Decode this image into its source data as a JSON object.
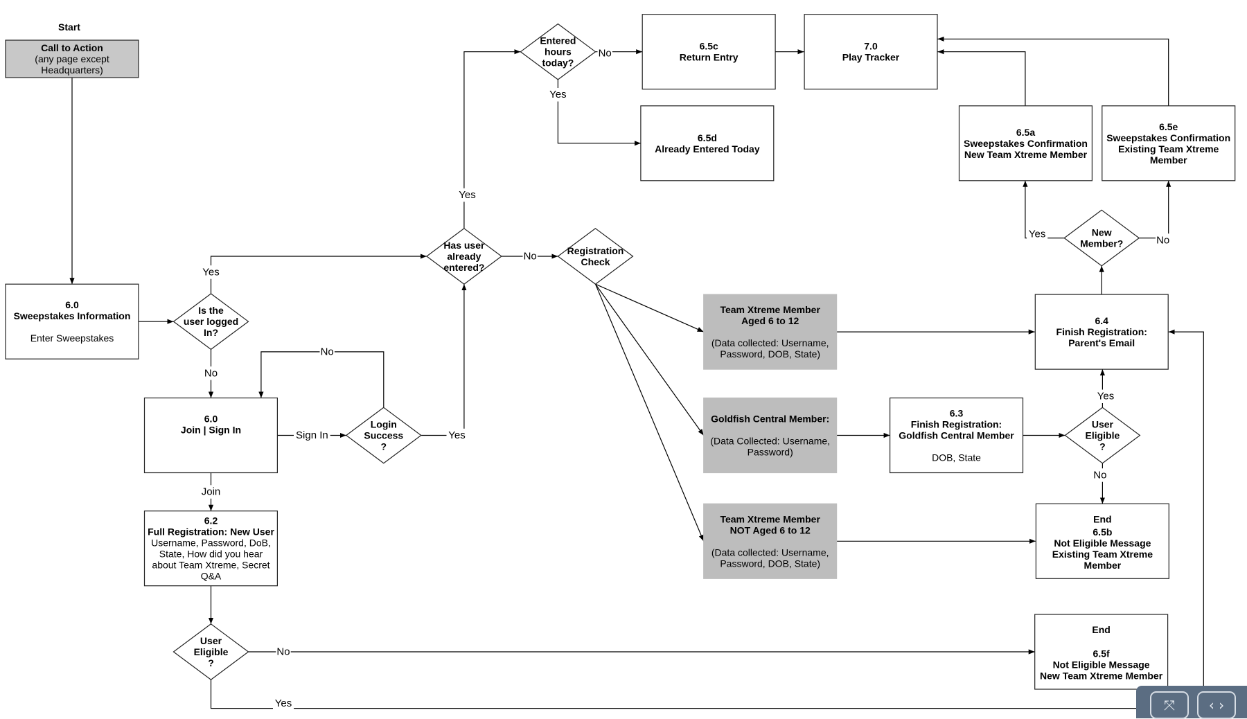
{
  "nodes": [
    {
      "id": "start",
      "shape": "label",
      "lines": [
        {
          "text": "Start",
          "bold": true,
          "size": 18
        }
      ]
    },
    {
      "id": "cta",
      "shape": "box",
      "style": "start",
      "lines": [
        {
          "text": "Call to Action",
          "bold": true
        },
        {
          "text": "(any page except"
        },
        {
          "text": "Headquarters)"
        }
      ]
    },
    {
      "id": "n60-info",
      "shape": "box",
      "lines": [
        {
          "text": "6.0",
          "bold": true
        },
        {
          "text": "Sweepstakes Information",
          "bold": true
        },
        {
          "text": ""
        },
        {
          "text": "Enter Sweepstakes"
        }
      ]
    },
    {
      "id": "d-logged",
      "shape": "diamond",
      "lines": [
        {
          "text": "Is the",
          "bold": true
        },
        {
          "text": "user logged",
          "bold": true
        },
        {
          "text": "In?",
          "bold": true
        }
      ]
    },
    {
      "id": "n60-join",
      "shape": "box",
      "lines": [
        {
          "text": "6.0",
          "bold": true
        },
        {
          "text": "Join | Sign In",
          "bold": true
        },
        {
          "text": ""
        },
        {
          "text": ""
        }
      ]
    },
    {
      "id": "d-login",
      "shape": "diamond",
      "lines": [
        {
          "text": "Login",
          "bold": true
        },
        {
          "text": "Success",
          "bold": true
        },
        {
          "text": "?",
          "bold": true
        }
      ]
    },
    {
      "id": "n62",
      "shape": "box",
      "lines": [
        {
          "text": "6.2",
          "bold": true
        },
        {
          "text": "Full Registration: New User",
          "bold": true
        },
        {
          "text": "Username, Password, DoB,"
        },
        {
          "text": "State, How did you hear"
        },
        {
          "text": "about Team Xtreme, Secret"
        },
        {
          "text": "Q&A"
        }
      ]
    },
    {
      "id": "d-eligible-left",
      "shape": "diamond",
      "lines": [
        {
          "text": "User",
          "bold": true
        },
        {
          "text": "Eligible",
          "bold": true
        },
        {
          "text": "?",
          "bold": true
        }
      ]
    },
    {
      "id": "d-entered",
      "shape": "diamond",
      "lines": [
        {
          "text": "Has user",
          "bold": true
        },
        {
          "text": "already",
          "bold": true
        },
        {
          "text": "entered?",
          "bold": true
        }
      ]
    },
    {
      "id": "d-hours",
      "shape": "diamond",
      "lines": [
        {
          "text": "Entered",
          "bold": true
        },
        {
          "text": "hours",
          "bold": true
        },
        {
          "text": "today?",
          "bold": true
        }
      ]
    },
    {
      "id": "n65c",
      "shape": "box",
      "lines": [
        {
          "text": "6.5c",
          "bold": true
        },
        {
          "text": "Return Entry",
          "bold": true
        }
      ]
    },
    {
      "id": "n70",
      "shape": "box",
      "lines": [
        {
          "text": "7.0",
          "bold": true
        },
        {
          "text": "Play Tracker",
          "bold": true
        }
      ]
    },
    {
      "id": "n65d",
      "shape": "box",
      "lines": [
        {
          "text": "6.5d",
          "bold": true
        },
        {
          "text": "Already Entered Today",
          "bold": true
        }
      ]
    },
    {
      "id": "d-regcheck",
      "shape": "diamond",
      "lines": [
        {
          "text": "Registration",
          "bold": true
        },
        {
          "text": "Check",
          "bold": true
        }
      ]
    },
    {
      "id": "g-tx-6-12",
      "shape": "box",
      "style": "gray",
      "lines": [
        {
          "text": "Team Xtreme Member",
          "bold": true
        },
        {
          "text": "Aged 6 to 12",
          "bold": true
        },
        {
          "text": ""
        },
        {
          "text": "(Data collected: Username,"
        },
        {
          "text": "Password, DOB, State)"
        }
      ]
    },
    {
      "id": "g-goldfish",
      "shape": "box",
      "style": "gray",
      "lines": [
        {
          "text": "Goldfish Central Member:",
          "bold": true
        },
        {
          "text": ""
        },
        {
          "text": "(Data Collected: Username,"
        },
        {
          "text": "Password)"
        }
      ]
    },
    {
      "id": "g-tx-not",
      "shape": "box",
      "style": "gray",
      "lines": [
        {
          "text": "Team Xtreme Member",
          "bold": true
        },
        {
          "text": "NOT Aged 6 to 12",
          "bold": true
        },
        {
          "text": ""
        },
        {
          "text": "(Data collected: Username,"
        },
        {
          "text": "Password, DOB, State)"
        }
      ]
    },
    {
      "id": "n63",
      "shape": "box",
      "lines": [
        {
          "text": "6.3",
          "bold": true
        },
        {
          "text": "Finish Registration:",
          "bold": true
        },
        {
          "text": "Goldfish Central Member",
          "bold": true
        },
        {
          "text": ""
        },
        {
          "text": "DOB, State"
        }
      ]
    },
    {
      "id": "n64",
      "shape": "box",
      "lines": [
        {
          "text": "6.4",
          "bold": true
        },
        {
          "text": "Finish Registration:",
          "bold": true
        },
        {
          "text": "Parent's Email",
          "bold": true
        }
      ]
    },
    {
      "id": "d-eligible-right",
      "shape": "diamond",
      "lines": [
        {
          "text": "User",
          "bold": true
        },
        {
          "text": "Eligible",
          "bold": true
        },
        {
          "text": "?",
          "bold": true
        }
      ]
    },
    {
      "id": "d-newmember",
      "shape": "diamond",
      "lines": [
        {
          "text": "New",
          "bold": true
        },
        {
          "text": "Member?",
          "bold": true
        }
      ]
    },
    {
      "id": "n65a",
      "shape": "box",
      "lines": [
        {
          "text": "6.5a",
          "bold": true
        },
        {
          "text": "Sweepstakes Confirmation",
          "bold": true
        },
        {
          "text": "New Team Xtreme Member",
          "bold": true
        }
      ]
    },
    {
      "id": "n65e",
      "shape": "box",
      "lines": [
        {
          "text": "6.5e",
          "bold": true
        },
        {
          "text": "Sweepstakes Confirmation",
          "bold": true
        },
        {
          "text": "Existing Team Xtreme",
          "bold": true
        },
        {
          "text": "Member",
          "bold": true
        }
      ]
    },
    {
      "id": "n65b",
      "shape": "box",
      "lines": [
        {
          "text": "End",
          "bold": true,
          "size": 18
        },
        {
          "text": "6.5b",
          "bold": true
        },
        {
          "text": "Not Eligible Message",
          "bold": true
        },
        {
          "text": "Existing Team Xtreme",
          "bold": true
        },
        {
          "text": "Member",
          "bold": true
        }
      ]
    },
    {
      "id": "n65f",
      "shape": "box",
      "lines": [
        {
          "text": "End",
          "bold": true,
          "size": 18
        },
        {
          "text": ""
        },
        {
          "text": "6.5f",
          "bold": true
        },
        {
          "text": "Not Eligible Message",
          "bold": true
        },
        {
          "text": "New Team Xtreme Member",
          "bold": true
        }
      ]
    }
  ],
  "edges": [
    {
      "id": "cta-info",
      "label": ""
    },
    {
      "id": "info-logged",
      "label": ""
    },
    {
      "id": "logged-yes",
      "label": "Yes"
    },
    {
      "id": "logged-no",
      "label": "No"
    },
    {
      "id": "join-signin",
      "label": "Sign In"
    },
    {
      "id": "login-no",
      "label": "No"
    },
    {
      "id": "login-yes",
      "label": "Yes"
    },
    {
      "id": "join-join",
      "label": "Join"
    },
    {
      "id": "n62-eligible",
      "label": ""
    },
    {
      "id": "eligible-left-no",
      "label": "No"
    },
    {
      "id": "eligible-left-yes",
      "label": "Yes"
    },
    {
      "id": "entered-yes",
      "label": "Yes"
    },
    {
      "id": "entered-no",
      "label": "No"
    },
    {
      "id": "hours-no",
      "label": "No"
    },
    {
      "id": "hours-yes",
      "label": "Yes"
    },
    {
      "id": "n65c-n70",
      "label": ""
    },
    {
      "id": "reg-tx",
      "label": ""
    },
    {
      "id": "reg-goldfish",
      "label": ""
    },
    {
      "id": "reg-txnot",
      "label": ""
    },
    {
      "id": "tx-n64",
      "label": ""
    },
    {
      "id": "goldfish-n63",
      "label": ""
    },
    {
      "id": "txnot-n65b",
      "label": ""
    },
    {
      "id": "n63-eligible",
      "label": ""
    },
    {
      "id": "eligible-right-yes",
      "label": "Yes"
    },
    {
      "id": "eligible-right-no",
      "label": "No"
    },
    {
      "id": "n64-newmember",
      "label": ""
    },
    {
      "id": "newmember-yes",
      "label": "Yes"
    },
    {
      "id": "newmember-no",
      "label": "No"
    },
    {
      "id": "n65a-n70",
      "label": ""
    },
    {
      "id": "n65e-n70",
      "label": ""
    }
  ],
  "controls": {
    "fit_icon": "expand-arrows-icon",
    "pan_icon": "chevrons-left-right-icon",
    "fit_glyph": "⤧",
    "pan_glyph": "‹ ›"
  },
  "colors": {
    "gray_box": "#bdbdbd",
    "start_box": "#c8c8c8",
    "nav_bar": "#5b6d82"
  }
}
